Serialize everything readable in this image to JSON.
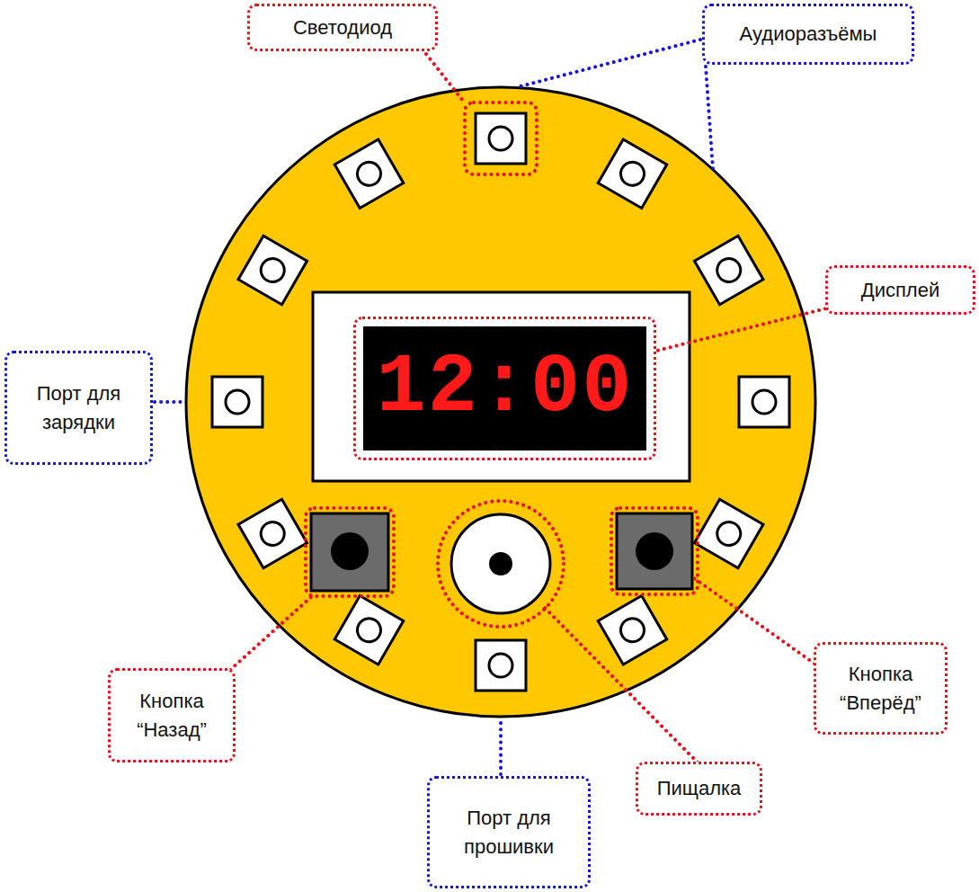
{
  "diagram": {
    "nodes": [
      {
        "text": [
          "Светодиод"
        ]
      },
      {
        "text": [
          "Аудиоразъёмы"
        ]
      },
      {
        "text": [
          "Дисплей"
        ]
      },
      {
        "text": [
          "12:00"
        ]
      },
      {
        "text": [
          "Порт для зарядки"
        ]
      },
      {
        "text": [
          "Кнопка “Назад”"
        ]
      },
      {
        "text": [
          "Кнопка “Вперёд”"
        ]
      },
      {
        "text": [
          "Пищалка"
        ]
      },
      {
        "text": [
          "Порт для прошивки"
        ]
      }
    ],
    "edges": [
      {
        "from": 2,
        "to": 3,
        "arrow": "none"
      }
    ]
  }
}
